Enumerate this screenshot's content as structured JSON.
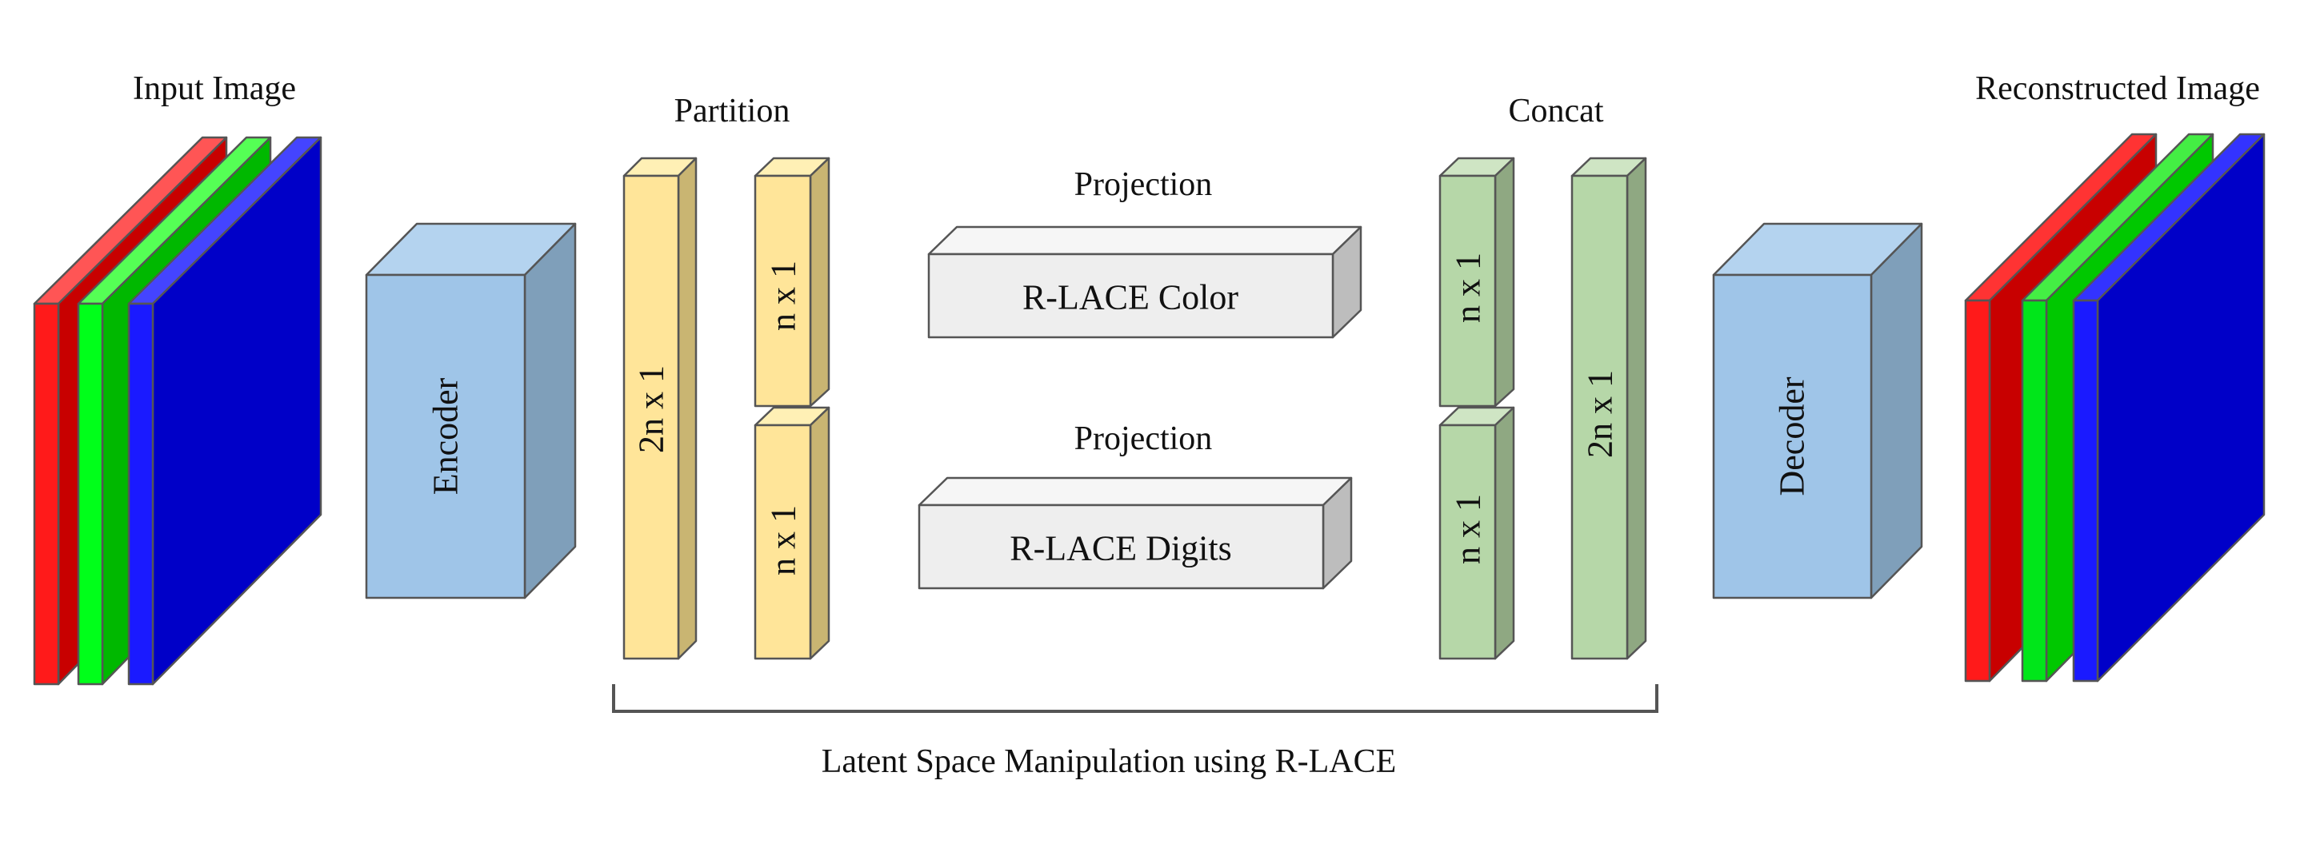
{
  "labels": {
    "input_image": "Input Image",
    "reconstructed_image": "Reconstructed Image",
    "partition": "Partition",
    "concat": "Concat",
    "projection_top": "Projection",
    "projection_bottom": "Projection",
    "latent_caption": "Latent Space Manipulation using R-LACE"
  },
  "blocks": {
    "encoder": "Encoder",
    "decoder": "Decoder",
    "partition_full": "2n x 1",
    "partition_top": "n x 1",
    "partition_bottom": "n x 1",
    "rlace_color": "R-LACE Color",
    "rlace_digits": "R-LACE Digits",
    "concat_top": "n x 1",
    "concat_bottom": "n x 1",
    "concat_full": "2n x 1"
  },
  "colors": {
    "red": "#ff1a1a",
    "green": "#00e600",
    "blue": "#0000c8",
    "encoder": "#9fc5e8",
    "partition": "#ffe599",
    "projection": "#eeeeee",
    "concat": "#b6d7a8"
  }
}
